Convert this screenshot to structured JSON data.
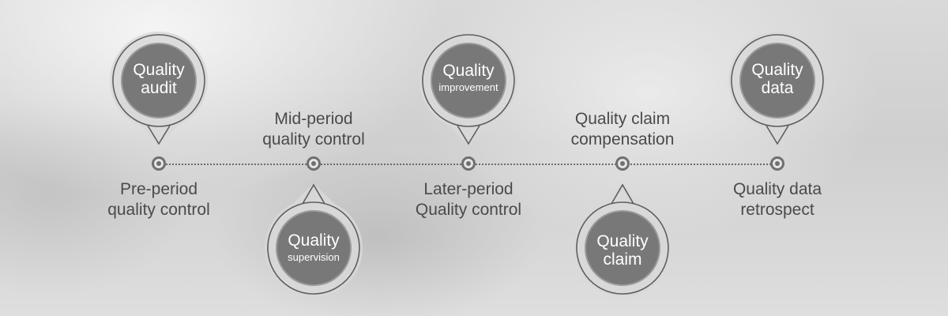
{
  "stages": [
    {
      "label": "Pre-period\nquality control"
    },
    {
      "label": "Mid-period\nquality control"
    },
    {
      "label": "Later-period\nQuality control"
    },
    {
      "label": "Quality claim\ncompensation"
    },
    {
      "label": "Quality data\nretrospect"
    }
  ],
  "pins": [
    {
      "line1": "Quality",
      "line2": "audit"
    },
    {
      "line1": "Quality",
      "line2": "supervision"
    },
    {
      "line1": "Quality",
      "line2": "improvement"
    },
    {
      "line1": "Quality",
      "line2": "claim"
    },
    {
      "line1": "Quality",
      "line2": "data"
    }
  ],
  "colors": {
    "pin_fill": "#777777",
    "pin_ring": "#8a8a8a",
    "text": "#4a4a4a"
  }
}
